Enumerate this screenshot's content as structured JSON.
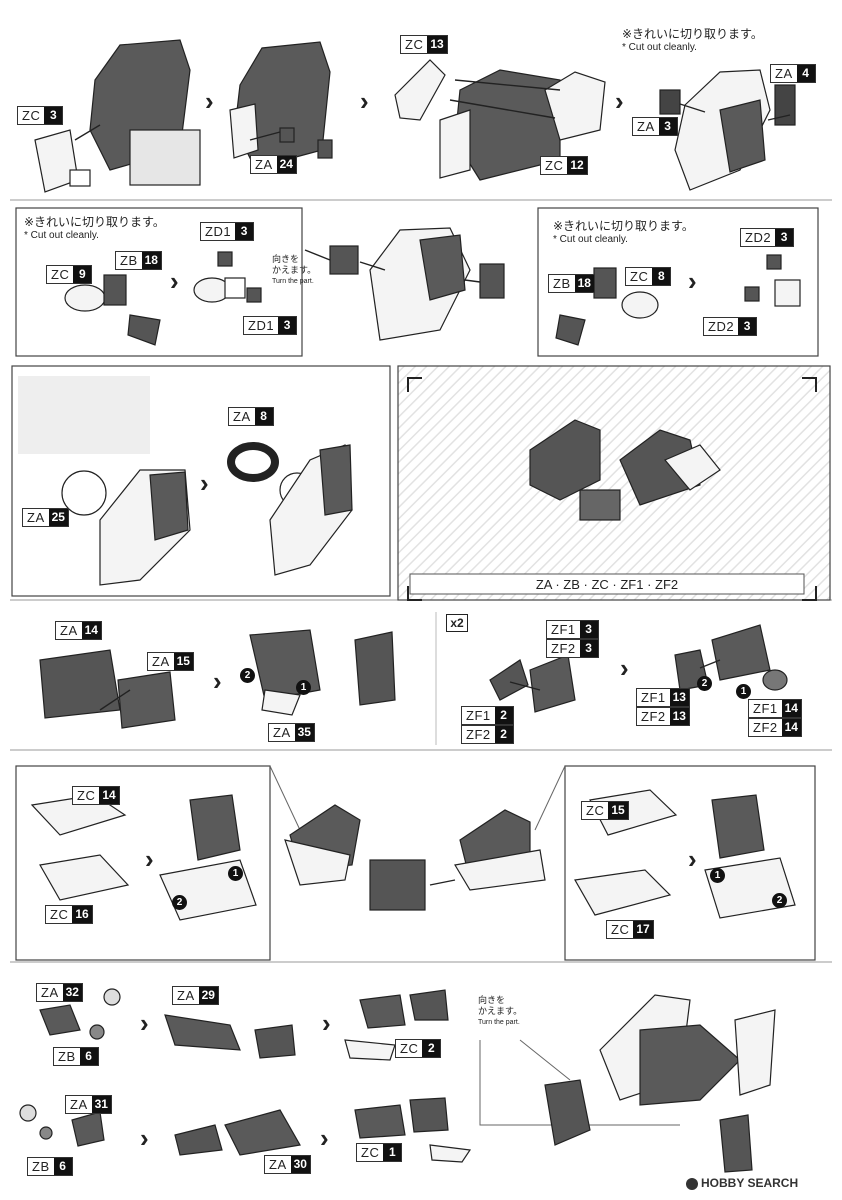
{
  "notes": {
    "cut_jp": "※きれいに切り取ります。",
    "cut_en": "* Cut out cleanly.",
    "turn_jp_1": "向きを",
    "turn_jp_2": "かえます。",
    "turn_en": "Turn the part."
  },
  "tags": {
    "s1_zc3": {
      "l": "ZC",
      "n": "3"
    },
    "s1_za24": {
      "l": "ZA",
      "n": "24"
    },
    "s1_zc13": {
      "l": "ZC",
      "n": "13"
    },
    "s1_zc12": {
      "l": "ZC",
      "n": "12"
    },
    "s1_za4": {
      "l": "ZA",
      "n": "4"
    },
    "s1_za3": {
      "l": "ZA",
      "n": "3"
    },
    "s2_zb18a": {
      "l": "ZB",
      "n": "18"
    },
    "s2_zc9": {
      "l": "ZC",
      "n": "9"
    },
    "s2_zd1a": {
      "l": "ZD1",
      "n": "3"
    },
    "s2_zd1b": {
      "l": "ZD1",
      "n": "3"
    },
    "s2_zb18b": {
      "l": "ZB",
      "n": "18"
    },
    "s2_zc8": {
      "l": "ZC",
      "n": "8"
    },
    "s2_zd2a": {
      "l": "ZD2",
      "n": "3"
    },
    "s2_zd2b": {
      "l": "ZD2",
      "n": "3"
    },
    "s3_za8": {
      "l": "ZA",
      "n": "8"
    },
    "s3_za25": {
      "l": "ZA",
      "n": "25"
    },
    "s4_za14": {
      "l": "ZA",
      "n": "14"
    },
    "s4_za15": {
      "l": "ZA",
      "n": "15"
    },
    "s4_za35": {
      "l": "ZA",
      "n": "35"
    },
    "s4_zf1_3": {
      "l": "ZF1",
      "n": "3"
    },
    "s4_zf2_3": {
      "l": "ZF2",
      "n": "3"
    },
    "s4_zf1_2": {
      "l": "ZF1",
      "n": "2"
    },
    "s4_zf2_2": {
      "l": "ZF2",
      "n": "2"
    },
    "s4_zf1_13": {
      "l": "ZF1",
      "n": "13"
    },
    "s4_zf2_13": {
      "l": "ZF2",
      "n": "13"
    },
    "s4_zf1_14": {
      "l": "ZF1",
      "n": "14"
    },
    "s4_zf2_14": {
      "l": "ZF2",
      "n": "14"
    },
    "s5_zc14": {
      "l": "ZC",
      "n": "14"
    },
    "s5_zc16": {
      "l": "ZC",
      "n": "16"
    },
    "s5_zc15": {
      "l": "ZC",
      "n": "15"
    },
    "s5_zc17": {
      "l": "ZC",
      "n": "17"
    },
    "s6_za32": {
      "l": "ZA",
      "n": "32"
    },
    "s6_zb6a": {
      "l": "ZB",
      "n": "6"
    },
    "s6_za29": {
      "l": "ZA",
      "n": "29"
    },
    "s6_zc2": {
      "l": "ZC",
      "n": "2"
    },
    "s6_za31": {
      "l": "ZA",
      "n": "31"
    },
    "s6_zb6b": {
      "l": "ZB",
      "n": "6"
    },
    "s6_za30": {
      "l": "ZA",
      "n": "30"
    },
    "s6_zc1": {
      "l": "ZC",
      "n": "1"
    }
  },
  "runners_box": "ZA · ZB · ZC · ZF1 · ZF2",
  "multiplier": "x2",
  "step_numbers": {
    "one": "1",
    "two": "2"
  },
  "watermark": "HOBBY SEARCH",
  "colors": {
    "part_dark": "#555555",
    "part_mid": "#8a8a8a",
    "part_light": "#f2f2f2",
    "line": "#222222"
  }
}
